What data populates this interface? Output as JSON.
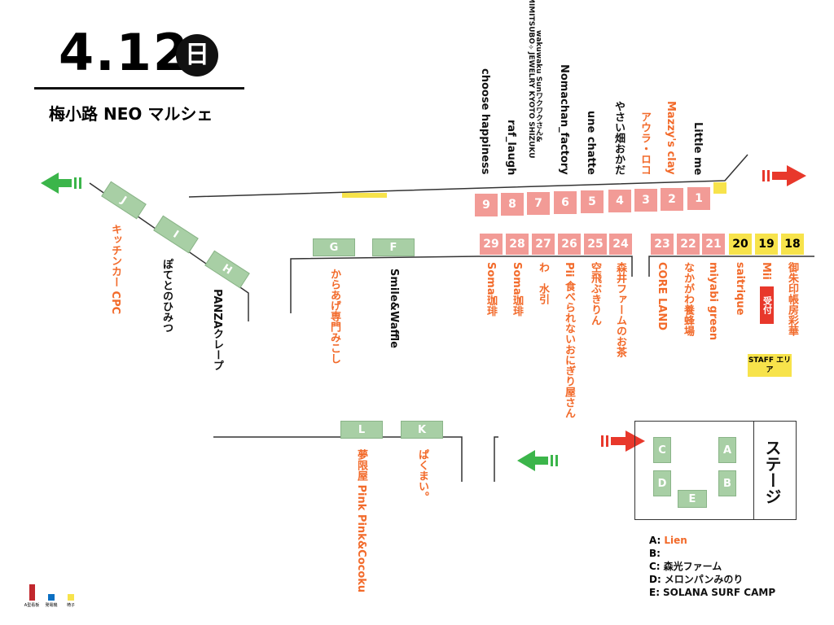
{
  "header": {
    "date": "4.12",
    "weekday": "日",
    "title": "梅小路 NEO マルシェ"
  },
  "top_row": [
    {
      "num": "1",
      "label": "Little me",
      "color": "black"
    },
    {
      "num": "2",
      "label": "Mazzy's clay",
      "color": "orange"
    },
    {
      "num": "3",
      "label": "アウラ・ロコ",
      "color": "orange"
    },
    {
      "num": "4",
      "label": "やさい畑おかだ",
      "color": "black"
    },
    {
      "num": "5",
      "label": "une chatte",
      "color": "black"
    },
    {
      "num": "6",
      "label": "Nomachan_factory",
      "color": "black"
    },
    {
      "num": "7",
      "label": "wakuwaku Sunワクワクさん&",
      "label2": "MIMITSUBO✧JEWELRY KYOTO SHIZUKU",
      "color": "black"
    },
    {
      "num": "8",
      "label": "raf_laugh",
      "color": "black"
    },
    {
      "num": "9",
      "label": "choose happiness",
      "color": "black"
    }
  ],
  "middle_row": [
    {
      "num": "29",
      "label": "Soma珈琲"
    },
    {
      "num": "28",
      "label": "Soma珈琲"
    },
    {
      "num": "27",
      "label": "わ　水引"
    },
    {
      "num": "26",
      "label": "Pii 食べられないおにぎり屋さん"
    },
    {
      "num": "25",
      "label": "空飛ぶきりん"
    },
    {
      "num": "24",
      "label": "森井ファームのお茶"
    },
    {
      "num": "23",
      "label": "CORE LAND"
    },
    {
      "num": "22",
      "label": "なかがわ養蜂場"
    },
    {
      "num": "21",
      "label": "miyabi green"
    },
    {
      "num": "20",
      "label": "saitrique"
    },
    {
      "num": "19",
      "label": "Mii"
    },
    {
      "num": "18",
      "label": "御朱印帳房彩華"
    }
  ],
  "reception": "受付",
  "staff_area": "STAFF エリア",
  "cars": [
    {
      "id": "J",
      "label": "キッチンカー CPC"
    },
    {
      "id": "I",
      "label": "ぽてとのひみつ"
    },
    {
      "id": "H",
      "label": "PANZAクレープ"
    },
    {
      "id": "G",
      "label": "からあげ専門みこし"
    },
    {
      "id": "F",
      "label": "Smile&Waffle"
    },
    {
      "id": "L",
      "label": "夢限屋 Pink Pink&Cocoku"
    },
    {
      "id": "K",
      "label": "ぱくまい。"
    }
  ],
  "stage": {
    "title": "ステージ",
    "booths": [
      "A",
      "B",
      "C",
      "D",
      "E"
    ],
    "list": [
      {
        "key": "A:",
        "name": "Lien"
      },
      {
        "key": "B:",
        "name": ""
      },
      {
        "key": "C:",
        "name": "森光ファーム"
      },
      {
        "key": "D:",
        "name": "メロンパンみのり"
      },
      {
        "key": "E:",
        "name": "SOLANA SURF CAMP"
      }
    ]
  },
  "legend": [
    {
      "label": "A型看板",
      "color": "#c1272d"
    },
    {
      "label": "発電機",
      "color": "#0b6fc2"
    },
    {
      "label": "椅子",
      "color": "#f7e34b"
    }
  ],
  "colors": {
    "booth": "#f29b96",
    "yellow": "#f7e34b",
    "orange": "#f26a2a",
    "green": "#3bb54a",
    "red": "#e8382b"
  }
}
